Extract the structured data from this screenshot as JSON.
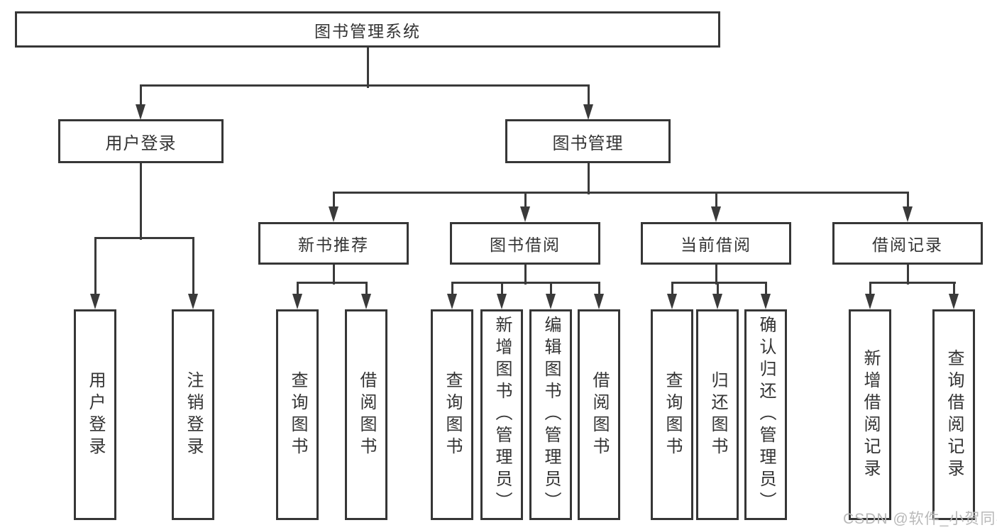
{
  "diagram": {
    "title": "图书管理系统",
    "watermark": "CSDN @软件_小贺同学",
    "nodes": {
      "root": {
        "label": "图书管理系统"
      },
      "user_login": {
        "label": "用户登录"
      },
      "book_mgmt": {
        "label": "图书管理"
      },
      "leaf_user_login": {
        "label": "用户登录"
      },
      "leaf_logout": {
        "label": "注销登录"
      },
      "new_book_rec": {
        "label": "新书推荐"
      },
      "book_borrow": {
        "label": "图书借阅"
      },
      "current_borrow": {
        "label": "当前借阅"
      },
      "borrow_records": {
        "label": "借阅记录"
      },
      "rec_query_books": {
        "label": "查询图书"
      },
      "rec_borrow_books": {
        "label": "借阅图书"
      },
      "bb_query_books": {
        "label": "查询图书"
      },
      "bb_add_books": {
        "label": "新增图书（管理员）"
      },
      "bb_edit_books": {
        "label": "编辑图书（管理员）"
      },
      "bb_borrow_books": {
        "label": "借阅图书"
      },
      "cb_query_books": {
        "label": "查询图书"
      },
      "cb_return_books": {
        "label": "归还图书"
      },
      "cb_confirm_return": {
        "label": "确认归还（管理员）"
      },
      "br_add_record": {
        "label": "新增借阅记录"
      },
      "br_query_record": {
        "label": "查询借阅记录"
      }
    },
    "hierarchy": {
      "图书管理系统": {
        "用户登录": [
          "用户登录",
          "注销登录"
        ],
        "图书管理": {
          "新书推荐": [
            "查询图书",
            "借阅图书"
          ],
          "图书借阅": [
            "查询图书",
            "新增图书（管理员）",
            "编辑图书（管理员）",
            "借阅图书"
          ],
          "当前借阅": [
            "查询图书",
            "归还图书",
            "确认归还（管理员）"
          ],
          "借阅记录": [
            "新增借阅记录",
            "查询借阅记录"
          ]
        }
      }
    }
  }
}
